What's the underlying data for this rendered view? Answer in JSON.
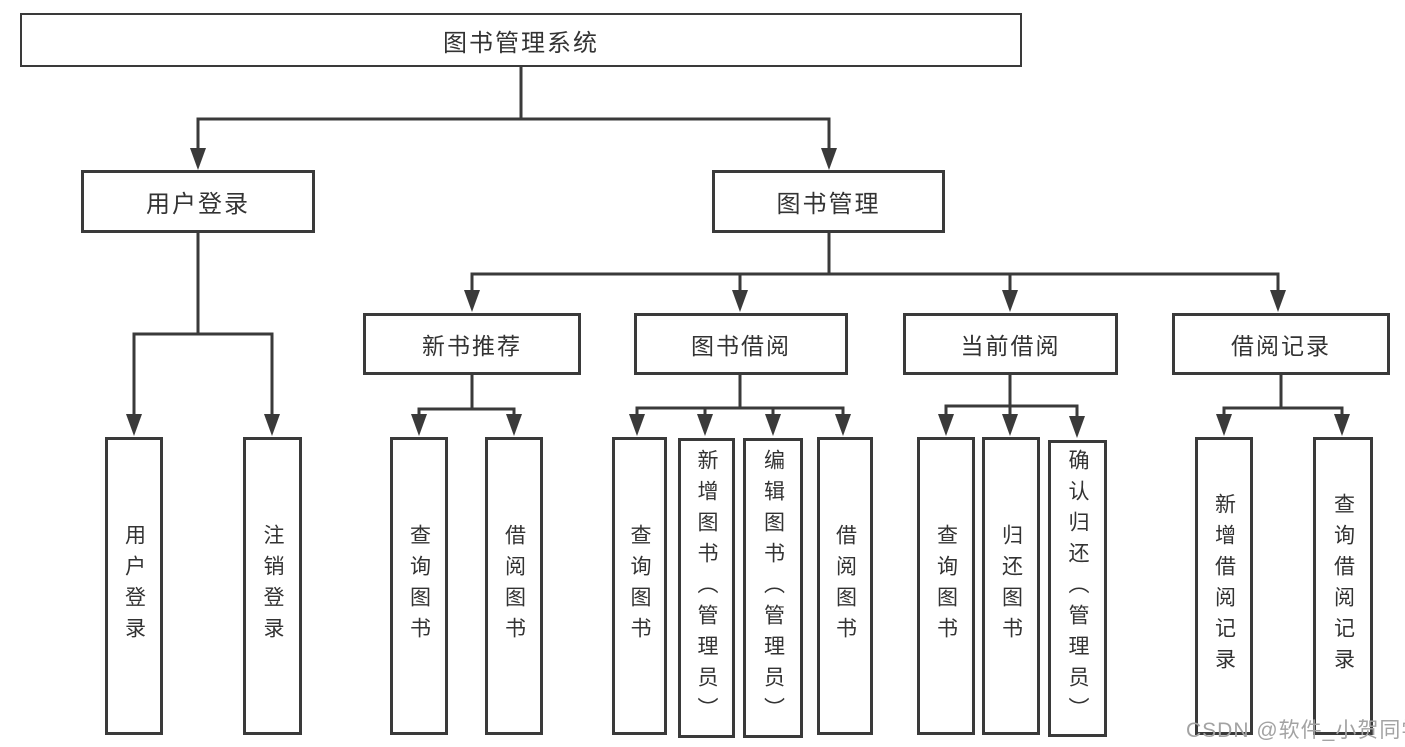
{
  "diagram": {
    "root": {
      "label": "图书管理系统"
    },
    "level2": [
      {
        "label": "用户登录"
      },
      {
        "label": "图书管理"
      }
    ],
    "level3": [
      {
        "label": "新书推荐",
        "parent": "图书管理"
      },
      {
        "label": "图书借阅",
        "parent": "图书管理"
      },
      {
        "label": "当前借阅",
        "parent": "图书管理"
      },
      {
        "label": "借阅记录",
        "parent": "图书管理"
      }
    ],
    "leaves": [
      {
        "label": "用户登录",
        "parent": "用户登录"
      },
      {
        "label": "注销登录",
        "parent": "用户登录"
      },
      {
        "label": "查询图书",
        "parent": "新书推荐"
      },
      {
        "label": "借阅图书",
        "parent": "新书推荐"
      },
      {
        "label": "查询图书",
        "parent": "图书借阅"
      },
      {
        "label": "新增图书（管理员）",
        "parent": "图书借阅"
      },
      {
        "label": "编辑图书（管理员）",
        "parent": "图书借阅"
      },
      {
        "label": "借阅图书",
        "parent": "图书借阅"
      },
      {
        "label": "查询图书",
        "parent": "当前借阅"
      },
      {
        "label": "归还图书",
        "parent": "当前借阅"
      },
      {
        "label": "确认归还（管理员）",
        "parent": "当前借阅"
      },
      {
        "label": "新增借阅记录",
        "parent": "借阅记录"
      },
      {
        "label": "查询借阅记录",
        "parent": "借阅记录"
      }
    ],
    "watermark": "CSDN @软件_小贺同学",
    "colors": {
      "line": "#3a3a3a",
      "box_border": "#3a3a3a",
      "box_background": "#ffffff",
      "text": "#333333",
      "watermark": "#a3a3a3",
      "background": "#ffffff"
    }
  }
}
